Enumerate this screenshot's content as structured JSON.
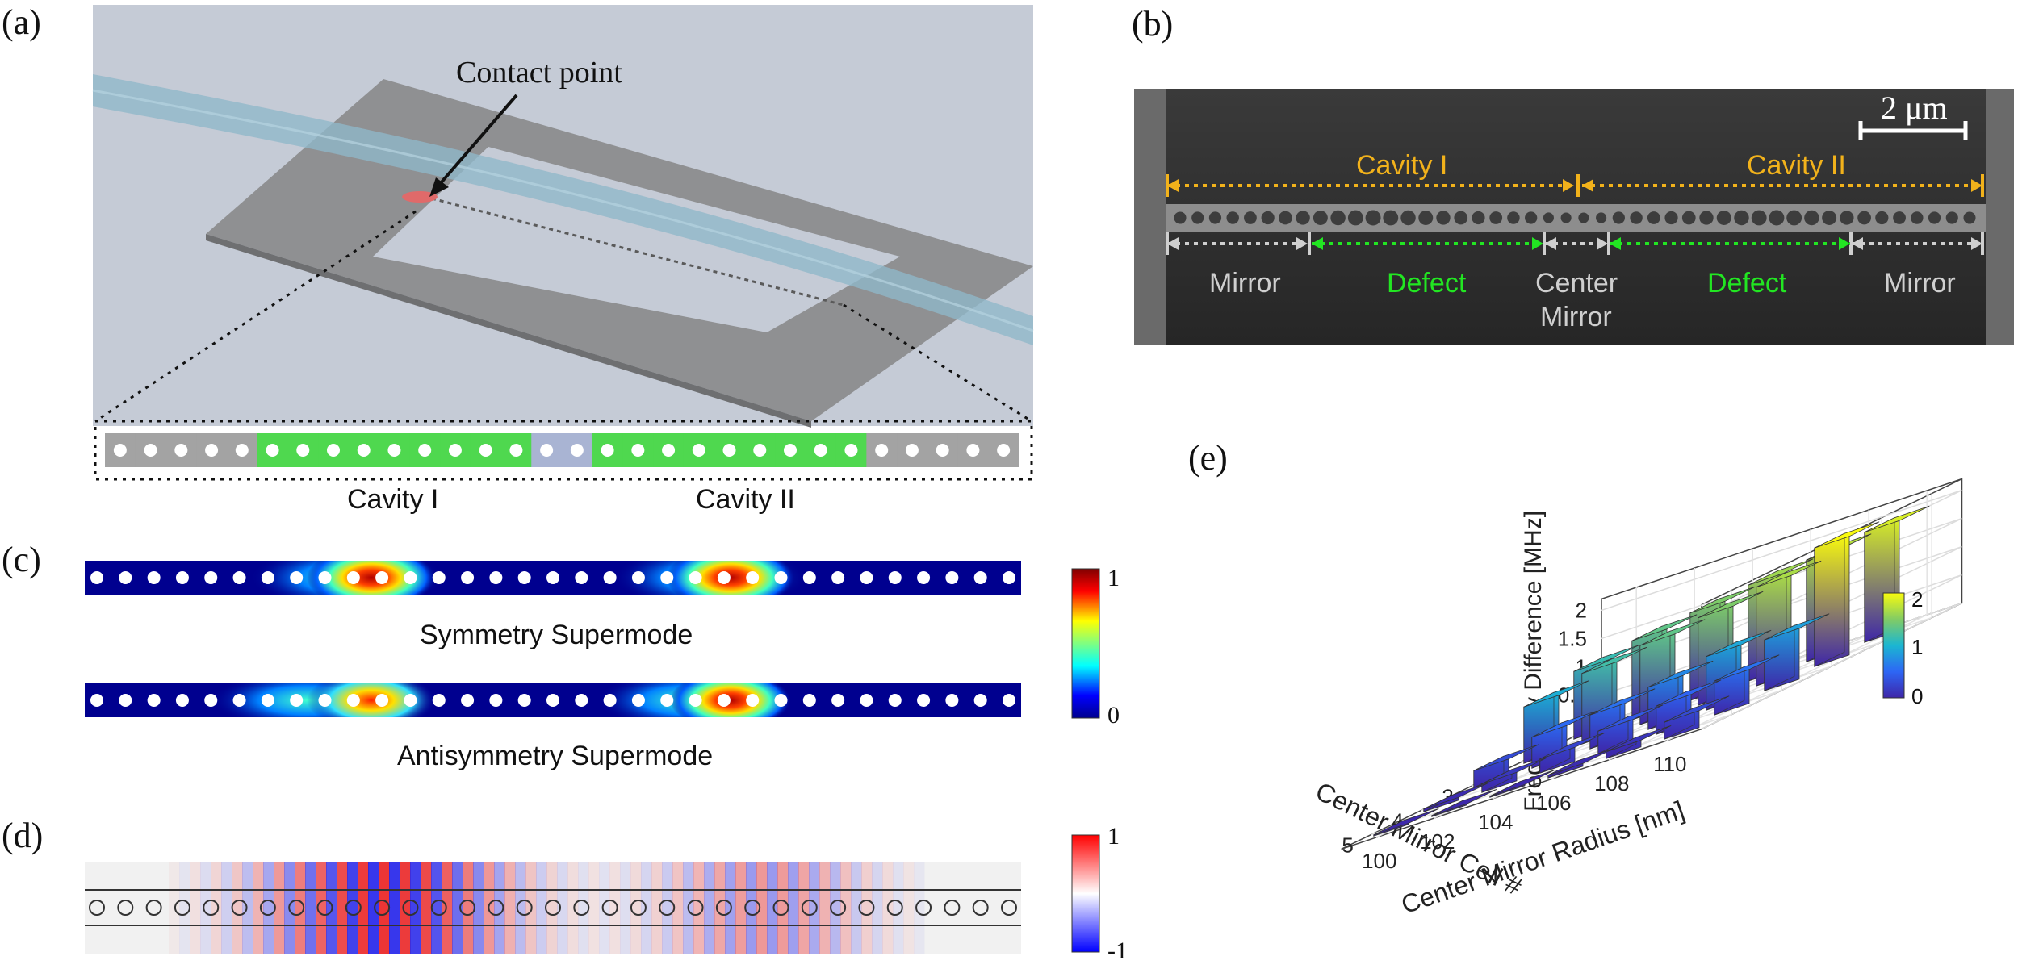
{
  "panel_labels": {
    "a": "(a)",
    "b": "(b)",
    "c": "(c)",
    "d": "(d)",
    "e": "(e)"
  },
  "panel_a": {
    "contact_label": "Contact point",
    "cavity1": "Cavity I",
    "cavity2": "Cavity II",
    "strip_pattern": [
      "mirror",
      "mirror",
      "mirror",
      "mirror",
      "mirror",
      "defect",
      "defect",
      "defect",
      "defect",
      "defect",
      "defect",
      "defect",
      "defect",
      "defect",
      "center",
      "center",
      "defect",
      "defect",
      "defect",
      "defect",
      "defect",
      "defect",
      "defect",
      "defect",
      "defect",
      "mirror",
      "mirror",
      "mirror",
      "mirror",
      "mirror"
    ],
    "colors": {
      "background": "#c5cbd6",
      "frame": "#8f9092",
      "fiber": "#8fb7c9",
      "mirror": "#a3a3a3",
      "defect": "#4fd84f",
      "center": "#a9b4d3",
      "contact": "#e06a6a"
    }
  },
  "panel_b": {
    "scale_bar": "2 μm",
    "cavity1": "Cavity I",
    "cavity2": "Cavity II",
    "mirror_left": "Mirror",
    "defect_left": "Defect",
    "center_line1": "Center",
    "center_line2": "Mirror",
    "defect_right": "Defect",
    "mirror_right": "Mirror",
    "colors": {
      "cavity": "#f2b21b",
      "defect": "#22e622",
      "mirror": "#cfcfcf",
      "sem_bg": "#2a2a2a"
    }
  },
  "panel_c": {
    "mode1": "Symmetry Supermode",
    "mode2": "Antisymmetry Supermode",
    "cb_max": "1",
    "cb_min": "0"
  },
  "panel_d": {
    "cb_max": "1",
    "cb_min": "-1"
  },
  "chart_data": {
    "type": "bar3d",
    "title": "",
    "zlabel": "Frequency Difference [MHz]",
    "xlabel": "Center Mirror Cell #",
    "ylabel": "Center Mirror Radius [nm]",
    "x_categories": [
      "1",
      "2",
      "3",
      "4",
      "5"
    ],
    "y_categories": [
      "100",
      "102",
      "104",
      "106",
      "108",
      "110"
    ],
    "zlim": [
      0,
      2.2
    ],
    "z_ticks": [
      "0",
      "0.5",
      "1",
      "1.5",
      "2"
    ],
    "colorbar_ticks": [
      "0",
      "1",
      "2"
    ],
    "colormap": "parula",
    "grid": true,
    "values": [
      [
        1.2,
        1.4,
        1.55,
        1.7,
        1.8,
        1.95
      ],
      [
        1.0,
        1.25,
        1.4,
        1.55,
        1.75,
        2.1
      ],
      [
        0.3,
        0.55,
        0.6,
        0.75,
        0.95,
        0.9
      ],
      [
        0.05,
        0.15,
        0.25,
        0.4,
        0.5,
        0.6
      ],
      [
        0.02,
        0.02,
        0.02,
        0.05,
        0.12,
        0.3
      ]
    ]
  }
}
